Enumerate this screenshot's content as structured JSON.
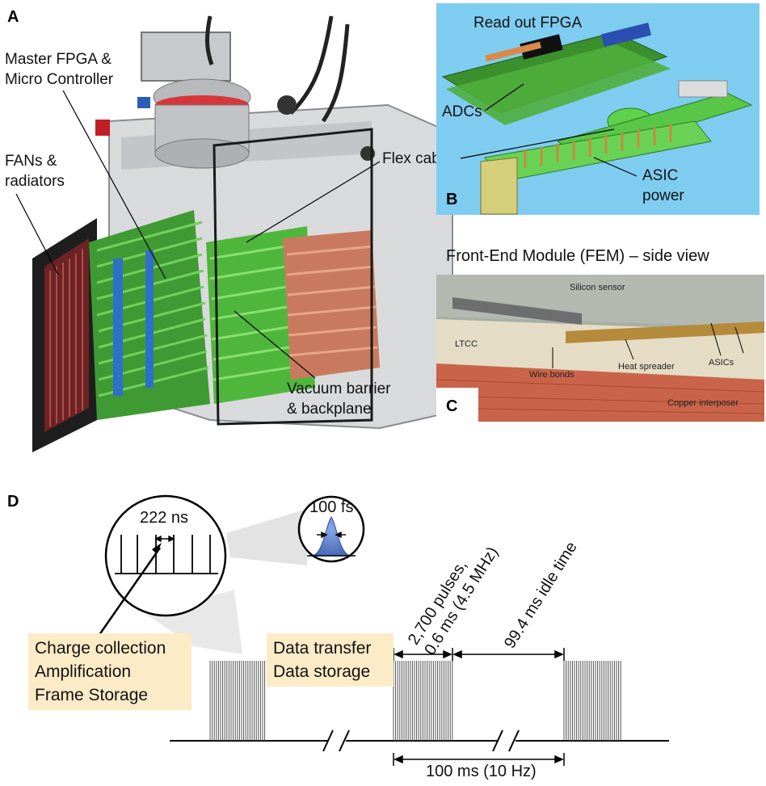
{
  "panels": {
    "a": "A",
    "b": "B",
    "c": "C",
    "d": "D"
  },
  "panel_a": {
    "master_fpga_line1": "Master FPGA &",
    "master_fpga_line2": "Micro Controller",
    "fans_line1": "FANs &",
    "fans_line2": "radiators",
    "flex_cable": "Flex cable",
    "vacuum_line1": "Vacuum barrier",
    "vacuum_line2": "& backplane"
  },
  "panel_b": {
    "readout_fpga": "Read out FPGA",
    "adcs": "ADCs",
    "asic_line1": "ASIC",
    "asic_line2": "power"
  },
  "panel_c": {
    "title": "Front-End Module (FEM) – side view",
    "silicon_sensor": "Silicon sensor",
    "ltcc": "LTCC",
    "wire_bonds": "Wire bonds",
    "heat_spreader": "Heat spreader",
    "asics": "ASICs",
    "copper_interposer": "Copper interposer"
  },
  "panel_d": {
    "pulse_spacing": "222 ns",
    "pulse_width": "100 fs",
    "charge_collection": "Charge collection",
    "amplification": "Amplification",
    "frame_storage": "Frame Storage",
    "data_transfer": "Data transfer",
    "data_storage": "Data storage",
    "train_line1": "2,700 pulses,",
    "train_line2": "0.6 ms (4.5 MHz)",
    "idle_time": "99.4 ms idle time",
    "period": "100 ms (10 Hz)"
  },
  "colors": {
    "note_box": "#fcebc7",
    "pulse_fill": "#3f62b3",
    "panel_b_bg": "#7ecdf0",
    "pcb_green": "#4fae3c",
    "copper": "#c9644a",
    "sensor_grey": "#a7aea6"
  }
}
